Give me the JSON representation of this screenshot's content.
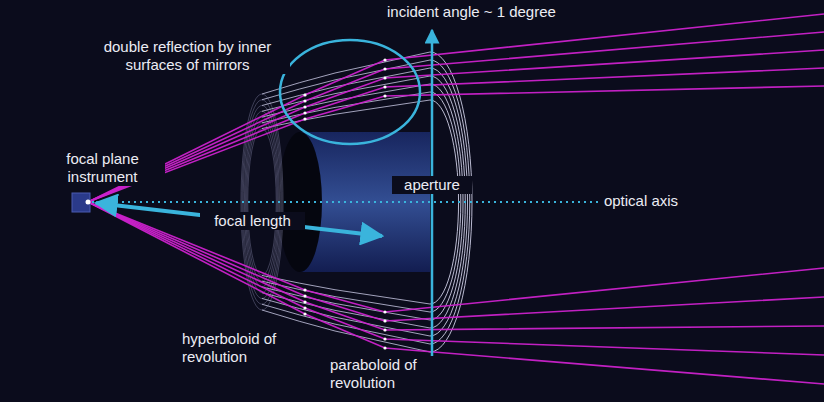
{
  "diagram": {
    "labels": [
      "incident angle ~ 1 degree",
      "double reflection by inner surfaces of mirrors",
      "focal plane instrument",
      "aperture",
      "optical axis",
      "focal length",
      "hyperboloid of revolution",
      "paraboloid of revolution"
    ]
  }
}
